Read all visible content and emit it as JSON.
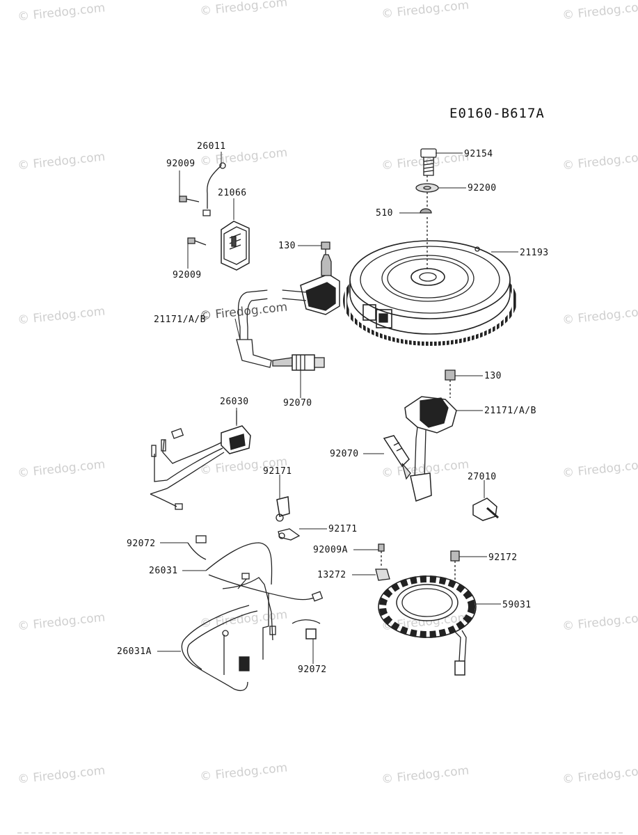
{
  "diagram_code": "E0160-B617A",
  "watermark_text": "Firedog.com",
  "parts": [
    {
      "id": "p-26011",
      "label": "26011"
    },
    {
      "id": "p-92009-top",
      "label": "92009"
    },
    {
      "id": "p-21066",
      "label": "21066"
    },
    {
      "id": "p-92009-bottom",
      "label": "92009"
    },
    {
      "id": "p-130-top",
      "label": "130"
    },
    {
      "id": "p-21171-left",
      "label": "21171/A/B"
    },
    {
      "id": "p-92070-left",
      "label": "92070"
    },
    {
      "id": "p-92154",
      "label": "92154"
    },
    {
      "id": "p-92200",
      "label": "92200"
    },
    {
      "id": "p-510",
      "label": "510"
    },
    {
      "id": "p-21193",
      "label": "21193"
    },
    {
      "id": "p-130-right",
      "label": "130"
    },
    {
      "id": "p-21171-right",
      "label": "21171/A/B"
    },
    {
      "id": "p-92070-right",
      "label": "92070"
    },
    {
      "id": "p-27010",
      "label": "27010"
    },
    {
      "id": "p-26030",
      "label": "26030"
    },
    {
      "id": "p-92171-top",
      "label": "92171"
    },
    {
      "id": "p-92171-right",
      "label": "92171"
    },
    {
      "id": "p-92072-top",
      "label": "92072"
    },
    {
      "id": "p-26031",
      "label": "26031"
    },
    {
      "id": "p-92009A",
      "label": "92009A"
    },
    {
      "id": "p-92172",
      "label": "92172"
    },
    {
      "id": "p-13272",
      "label": "13272"
    },
    {
      "id": "p-59031",
      "label": "59031"
    },
    {
      "id": "p-26031A",
      "label": "26031A"
    },
    {
      "id": "p-92072-bottom",
      "label": "92072"
    }
  ]
}
